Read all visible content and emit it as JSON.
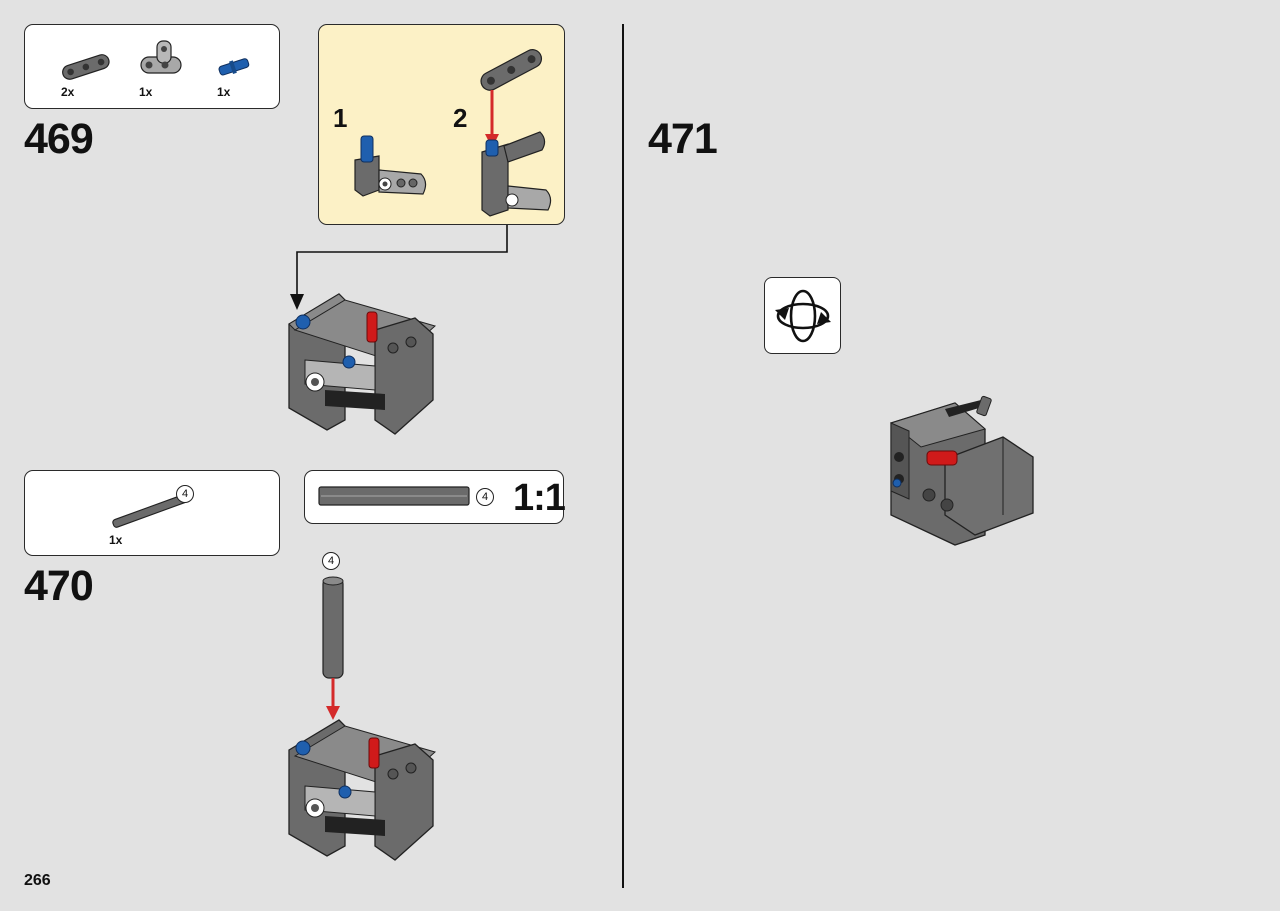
{
  "page": {
    "number": "266"
  },
  "steps": [
    {
      "number": "469",
      "parts": [
        {
          "name": "beam-3-module",
          "qty": "2x"
        },
        {
          "name": "angle-beam-connector",
          "qty": "1x"
        },
        {
          "name": "blue-axle-pin",
          "qty": "1x"
        }
      ],
      "substeps": [
        "1",
        "2"
      ]
    },
    {
      "number": "470",
      "parts": [
        {
          "name": "axle-4",
          "qty": "1x",
          "length": "4"
        }
      ],
      "scale_label": "1:1",
      "length_label": "4"
    },
    {
      "number": "471",
      "icon": "rotate-model-icon"
    }
  ],
  "colors": {
    "background": "#e2e2e2",
    "callout": "#fcf1c6",
    "arrow_red": "#d42a2a",
    "brick_dark": "#6b6b6b",
    "brick_light": "#a8a8a8",
    "blue": "#1f5fae",
    "red": "#d01a1a"
  }
}
